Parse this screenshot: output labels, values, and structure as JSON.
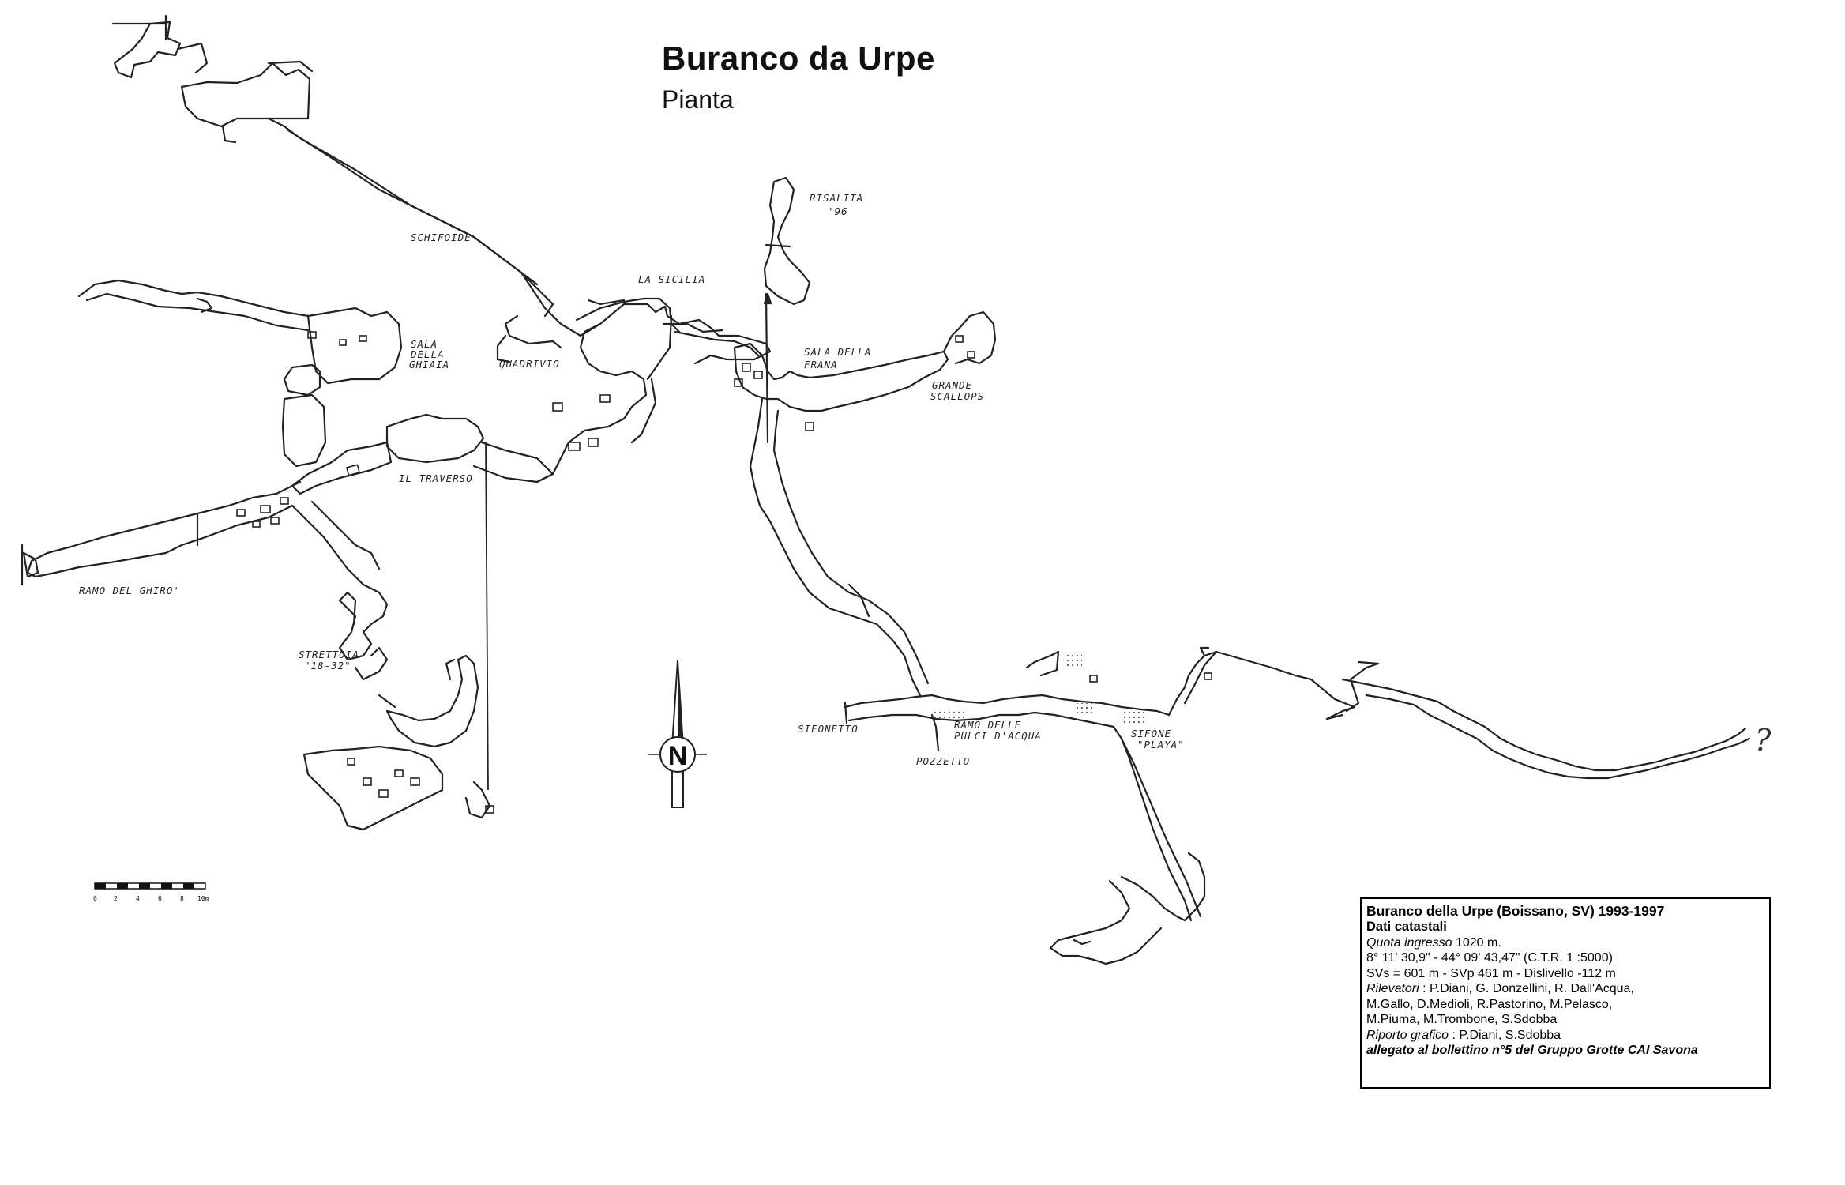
{
  "header": {
    "title": "Buranco da Urpe",
    "subtitle": "Pianta"
  },
  "map": {
    "labels": {
      "schifoide": "SCHIFOIDE",
      "la_sicilia": "LA SICILIA",
      "risalita": "RISALITA",
      "risalita_year": "'96",
      "sala_della_ghiaia_1": "SALA",
      "sala_della_ghiaia_2": "DELLA",
      "sala_della_ghiaia_3": "GHIAIA",
      "quadrivio": "QUADRIVIO",
      "sala_della_frana_1": "SALA DELLA",
      "sala_della_frana_2": "FRANA",
      "grande_scallops_1": "GRANDE",
      "grande_scallops_2": "SCALLOPS",
      "il_traverso": "IL TRAVERSO",
      "ramo_del_ghiro": "RAMO DEL GHIRO'",
      "strettoia_1": "STRETTOIA",
      "strettoia_2": "\"18-32\"",
      "sifonetto": "SIFONETTO",
      "ramo_delle_pulci_1": "RAMO DELLE",
      "ramo_delle_pulci_2": "PULCI D'ACQUA",
      "pozzetto": "POZZETTO",
      "sifone_playa_1": "SIFONE",
      "sifone_playa_2": "\"PLAYA\"",
      "unknown_continuation": "?",
      "north": "N"
    },
    "scale_bar": {
      "ticks": [
        "0",
        "2",
        "4",
        "6",
        "8",
        "10m"
      ]
    }
  },
  "info": {
    "heading": "Buranco della Urpe (Boissano, SV) 1993-1997",
    "subheading": "Dati catastali",
    "quota_label": "Quota ingresso",
    "quota_value": " 1020 m.",
    "coords": "8° 11' 30,9\" - 44° 09' 43,47\" (C.T.R. 1 :5000)",
    "dimensions": "SVs = 601 m - SVp 461 m - Dislivello -112 m",
    "rilevatori_label": "Rilevatori",
    "rilevatori_1": " : P.Diani, G. Donzellini, R. Dall'Acqua,",
    "rilevatori_2": "M.Gallo, D.Medioli, R.Pastorino, M.Pelasco,",
    "rilevatori_3": "M.Piuma, M.Trombone, S.Sdobba",
    "riporto_label": "Riporto grafico",
    "riporto_value": " : P.Diani, S.Sdobba",
    "allegato": "allegato al bollettino n°5 del Gruppo Grotte CAI Savona"
  }
}
